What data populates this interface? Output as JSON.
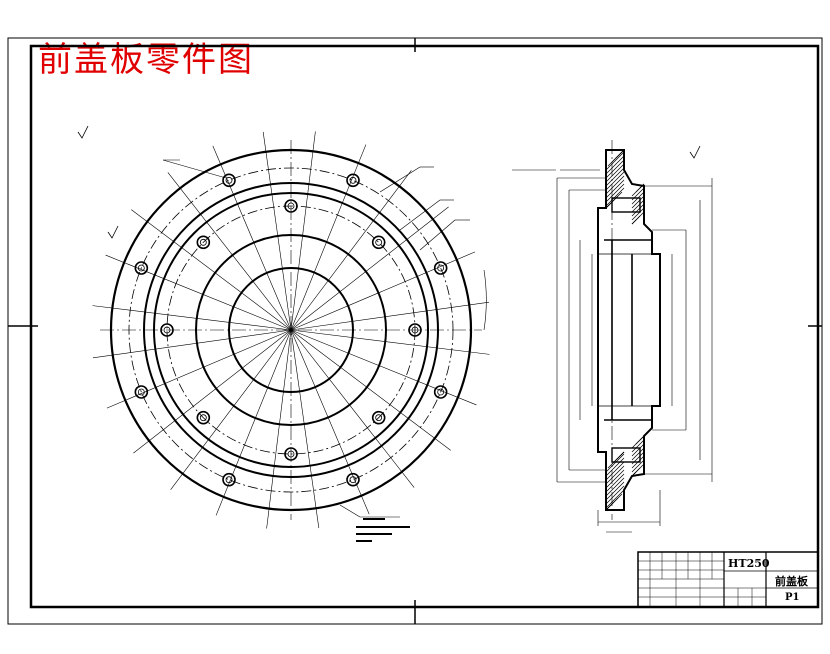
{
  "drawing": {
    "title": "前盖板零件图",
    "material": "HT250",
    "part_name": "前盖板",
    "sheet_no": "P1"
  },
  "colors": {
    "title_red": "#e00000",
    "line": "#000000",
    "background": "#ffffff"
  }
}
